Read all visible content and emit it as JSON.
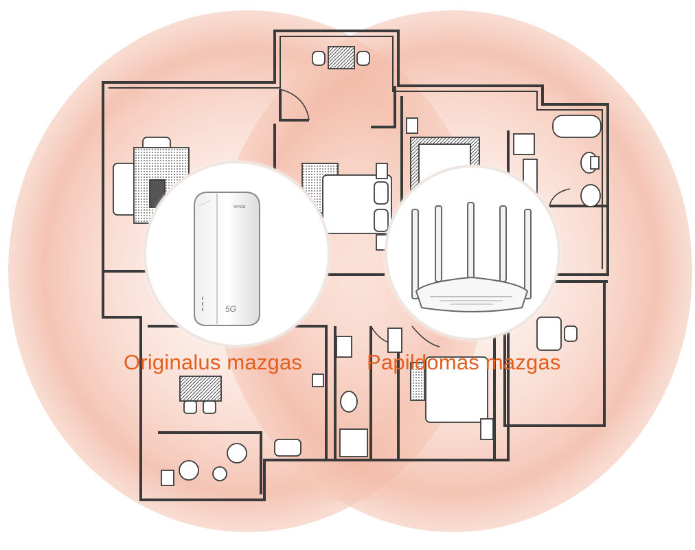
{
  "labels": {
    "original_node": "Originalus mazgas",
    "additional_node": "Papildomas mazgas"
  },
  "router_brand": "tenda",
  "router_badge": "5G",
  "colors": {
    "coverage": "#f2b9a5",
    "coverage_edge": "#f7d6ca",
    "label": "#e35f20",
    "wall": "#3a3a3a",
    "node_ring": "#f4efec"
  },
  "icons": [
    "mesh-router-icon",
    "antenna-router-icon"
  ]
}
